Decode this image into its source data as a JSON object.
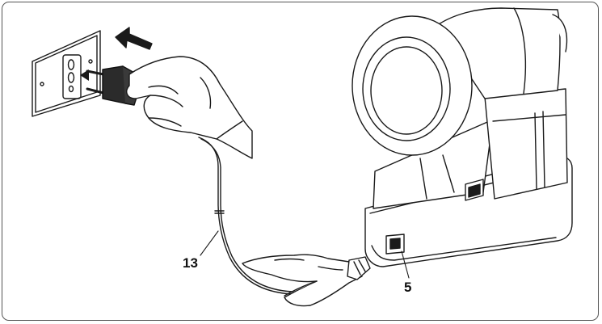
{
  "figure": {
    "callouts": [
      {
        "id": "13",
        "text": "13",
        "refers_to": "power-cord"
      },
      {
        "id": "5",
        "text": "5",
        "refers_to": "machine-power-socket"
      }
    ]
  },
  "colors": {
    "line": "#1a1a1a",
    "plug_fill": "#2b2b2b",
    "frame": "#555555",
    "background": "#ffffff"
  },
  "icons": {
    "insert_arrow": "push-arrow-icon",
    "socket_arrow": "pointer-arrow-icon"
  }
}
